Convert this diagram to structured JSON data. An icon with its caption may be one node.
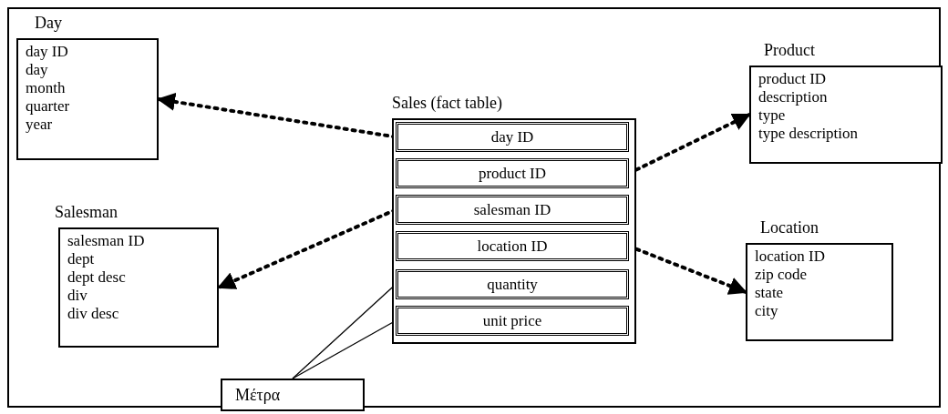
{
  "diagram": {
    "nodes": [
      {
        "text": [
          "Day",
          "day ID",
          "day",
          "month",
          "quarter",
          "year"
        ]
      },
      {
        "text": [
          "Sales (fact table)"
        ]
      },
      {
        "text": [
          "day ID"
        ],
        "in": 1
      },
      {
        "text": [
          "product ID"
        ],
        "in": 1
      },
      {
        "text": [
          "salesman ID"
        ],
        "in": 1
      },
      {
        "text": [
          "location ID"
        ],
        "in": 1
      },
      {
        "text": [
          "quantity"
        ],
        "in": 1
      },
      {
        "text": [
          "unit price"
        ],
        "in": 1
      },
      {
        "text": [
          "Product",
          "product ID",
          "description",
          "type",
          "type description"
        ]
      },
      {
        "text": [
          "Salesman",
          "salesman ID",
          "dept",
          "dept desc",
          "div",
          "div desc"
        ]
      },
      {
        "text": [
          "Location",
          "location ID",
          "zip code",
          "state",
          "city"
        ]
      },
      {
        "text": [
          "Μέτρα"
        ]
      }
    ],
    "edges": [
      {
        "from": 2,
        "to": 0,
        "arrow": "to",
        "style": "dashed"
      },
      {
        "from": 3,
        "to": 8,
        "arrow": "to",
        "style": "dashed"
      },
      {
        "from": 4,
        "to": 9,
        "arrow": "to",
        "style": "dashed"
      },
      {
        "from": 5,
        "to": 10,
        "arrow": "to",
        "style": "dashed"
      },
      {
        "from": 11,
        "to": 6,
        "arrow": "none"
      },
      {
        "from": 11,
        "to": 7,
        "arrow": "none"
      }
    ]
  }
}
